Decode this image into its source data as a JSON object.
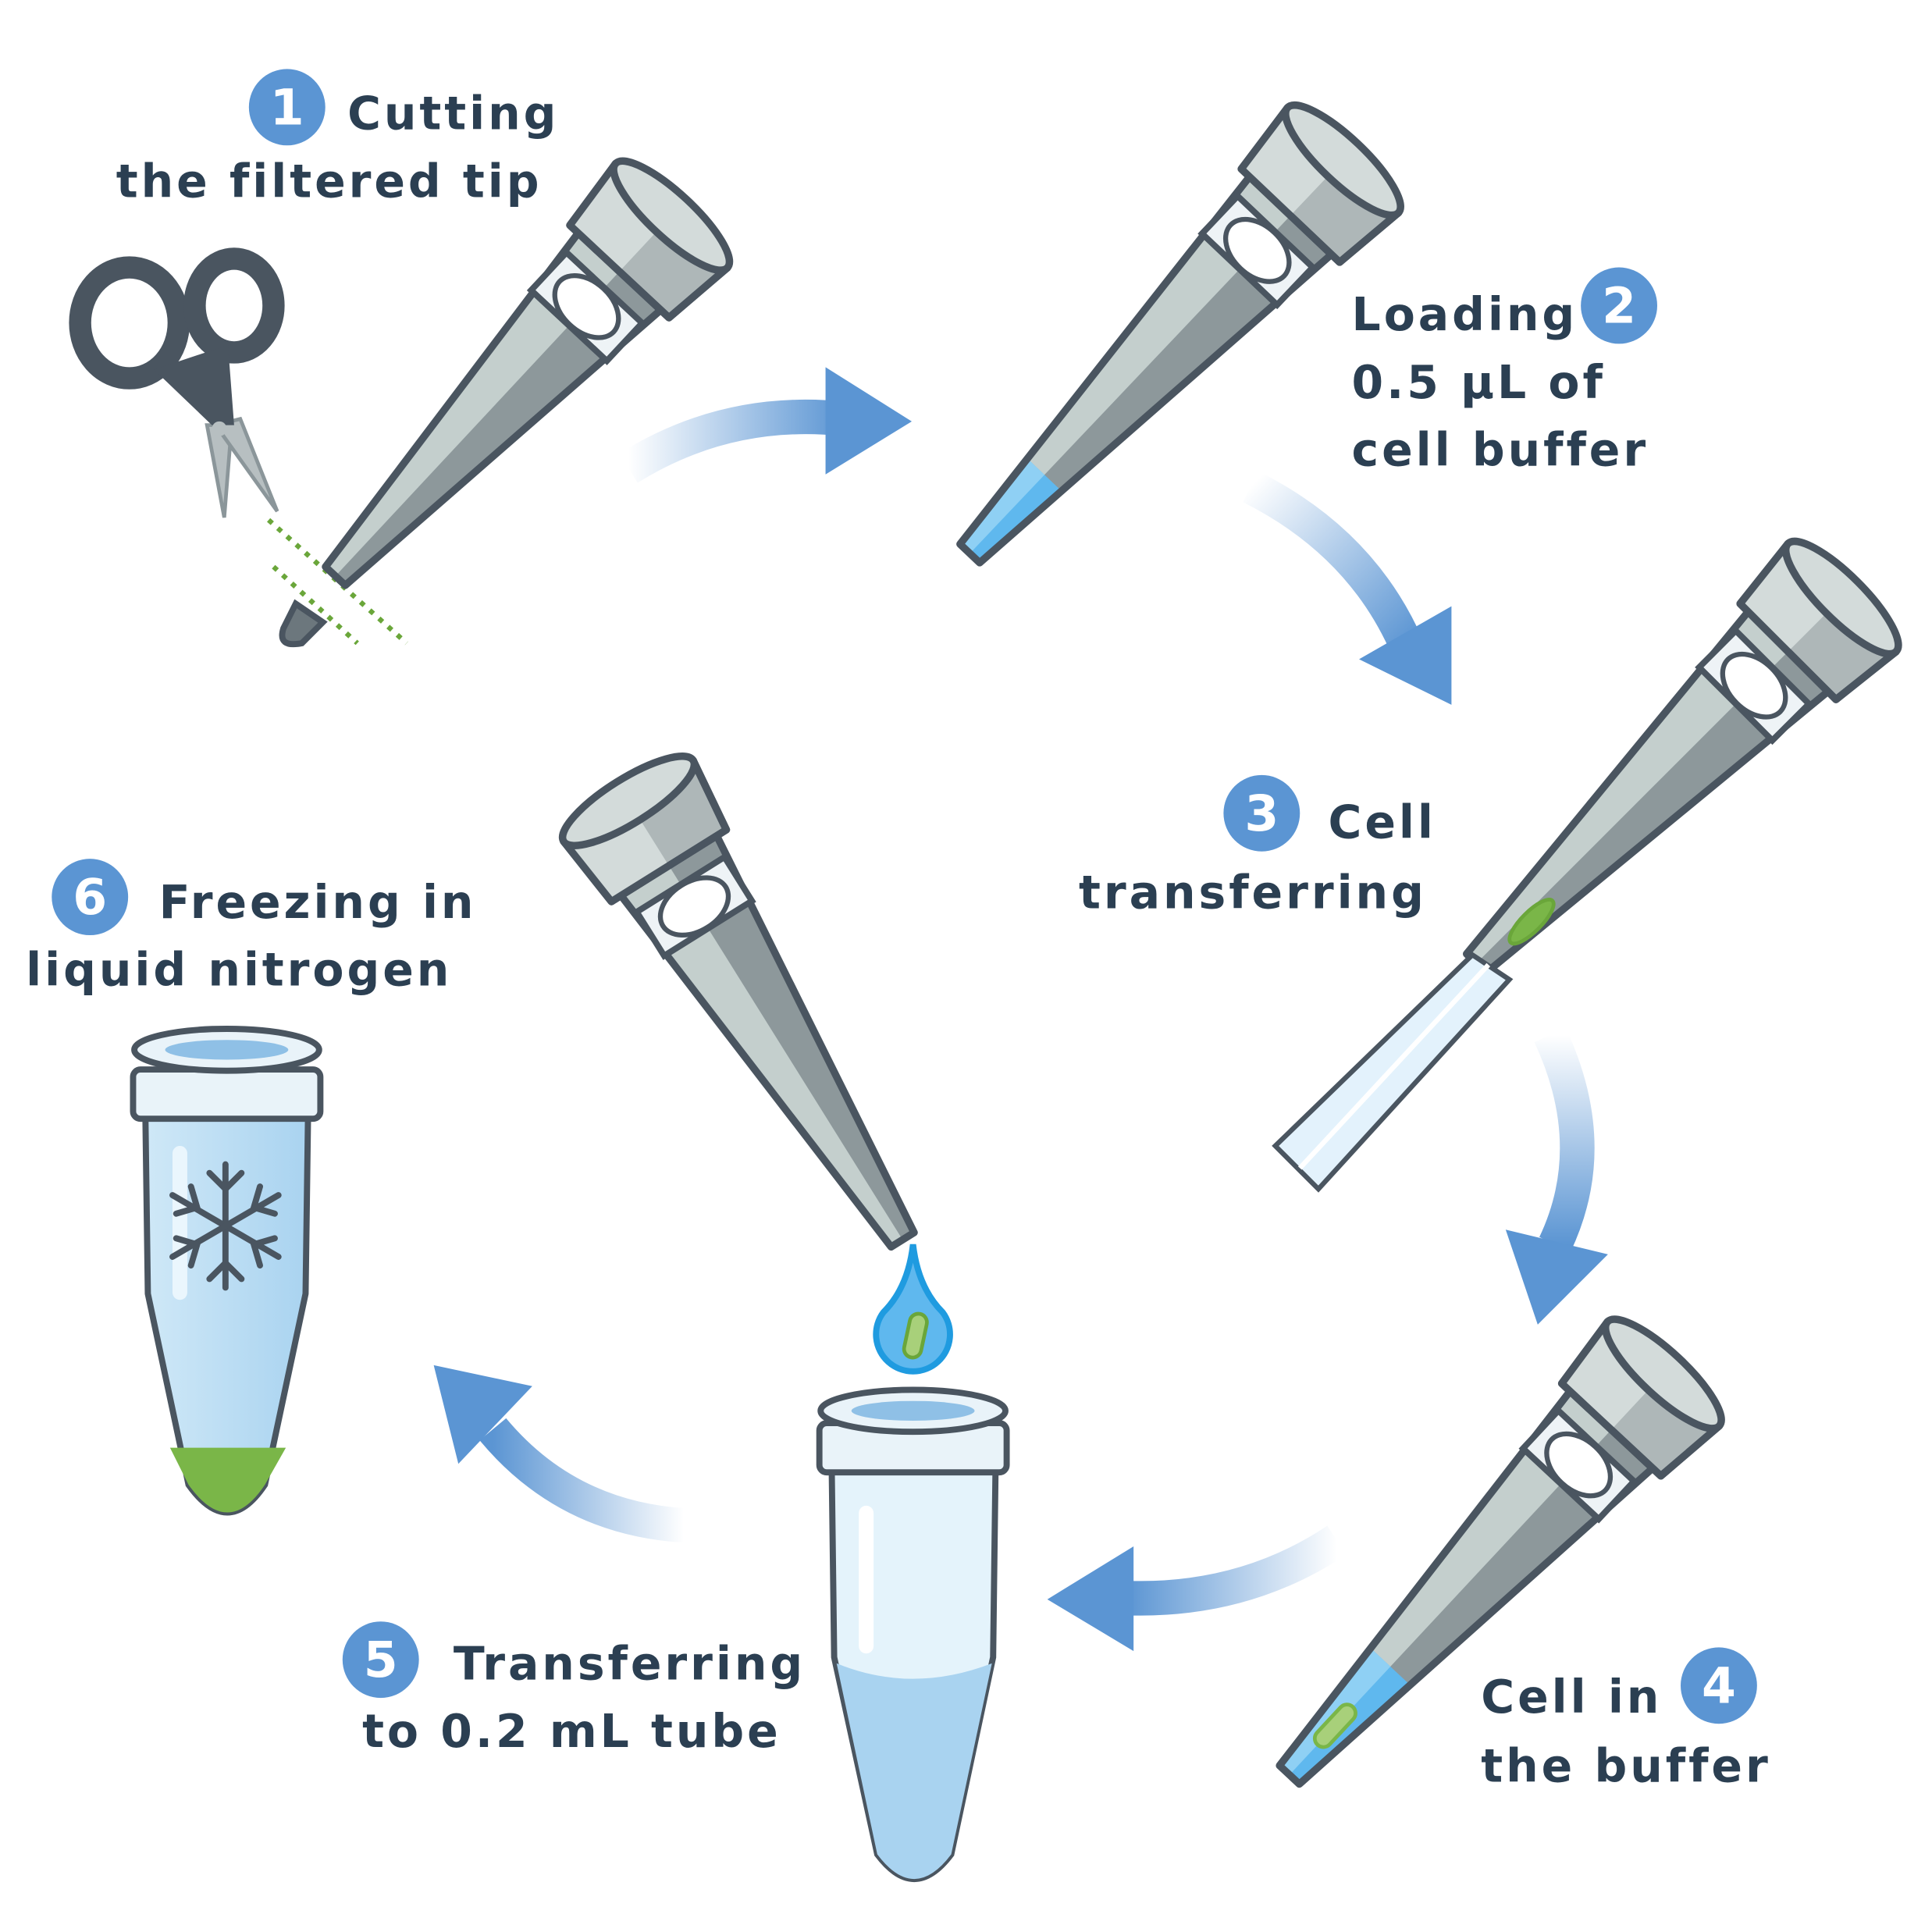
{
  "steps": [
    {
      "number": "1",
      "lines": [
        "Cutting",
        "the filtered tip"
      ]
    },
    {
      "number": "2",
      "lines": [
        "Loading",
        "0.5 µL of",
        "cell buffer"
      ]
    },
    {
      "number": "3",
      "lines": [
        "Cell",
        "transferring"
      ]
    },
    {
      "number": "4",
      "lines": [
        "Cell in",
        "the buffer"
      ]
    },
    {
      "number": "5",
      "lines": [
        "Transferring",
        "to 0.2 mL tube"
      ]
    },
    {
      "number": "6",
      "lines": [
        "Freezing in",
        "liquid nitrogen"
      ]
    }
  ],
  "colors": {
    "accent": "#5b95d3",
    "text": "#2b3f52",
    "buffer": "#5fb8ee",
    "cell": "#7ab648",
    "outline": "#4a5560"
  }
}
